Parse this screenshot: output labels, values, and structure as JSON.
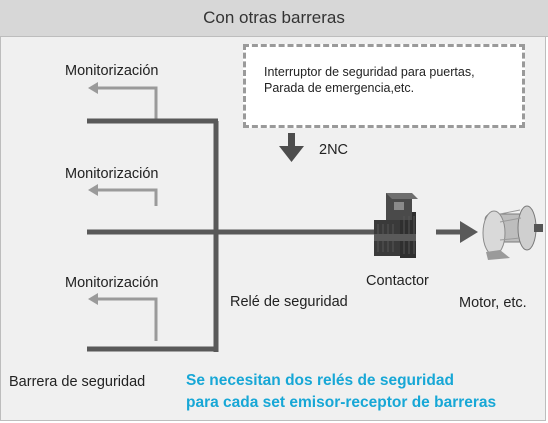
{
  "header": {
    "title": "Con otras barreras"
  },
  "callout": {
    "line1": "Interruptor de seguridad para puertas,",
    "line2": "Parada de emergencia,etc."
  },
  "labels": {
    "monitoring_1": "Monitorización",
    "monitoring_2": "Monitorización",
    "monitoring_3": "Monitorización",
    "nc": "2NC",
    "contactor": "Contactor",
    "relay": "Relé de seguridad",
    "motor": "Motor, etc.",
    "barrier": "Barrera de seguridad"
  },
  "note": {
    "line1": "Se necesitan dos relés de seguridad",
    "line2": "para cada set emisor-receptor de barreras"
  },
  "colors": {
    "accent": "#17a7d6",
    "line_dark": "#595959",
    "line_light": "#9a9a9a",
    "header_bg": "#d7d7d7",
    "panel_bg": "#f0f0f0"
  }
}
